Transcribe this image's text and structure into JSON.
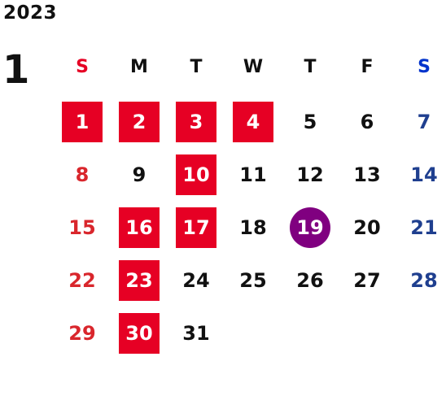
{
  "calendar": {
    "year": "2023",
    "month": "1",
    "weekdays": [
      {
        "label": "S",
        "color": "#e60024"
      },
      {
        "label": "M",
        "color": "#111111"
      },
      {
        "label": "T",
        "color": "#111111"
      },
      {
        "label": "W",
        "color": "#111111"
      },
      {
        "label": "T",
        "color": "#111111"
      },
      {
        "label": "F",
        "color": "#111111"
      },
      {
        "label": "S",
        "color": "#0033cc"
      }
    ],
    "colors": {
      "sunday": "#d9262c",
      "saturday": "#1f3f8f",
      "weekday": "#111111",
      "holiday_box": "#e60024",
      "today_circle": "#800080"
    },
    "weeks": [
      [
        {
          "day": "1",
          "style": "box"
        },
        {
          "day": "2",
          "style": "box"
        },
        {
          "day": "3",
          "style": "box"
        },
        {
          "day": "4",
          "style": "box"
        },
        {
          "day": "5",
          "style": "normal"
        },
        {
          "day": "6",
          "style": "normal"
        },
        {
          "day": "7",
          "style": "normal"
        }
      ],
      [
        {
          "day": "8",
          "style": "normal"
        },
        {
          "day": "9",
          "style": "normal"
        },
        {
          "day": "10",
          "style": "box"
        },
        {
          "day": "11",
          "style": "normal"
        },
        {
          "day": "12",
          "style": "normal"
        },
        {
          "day": "13",
          "style": "normal"
        },
        {
          "day": "14",
          "style": "normal"
        }
      ],
      [
        {
          "day": "15",
          "style": "normal"
        },
        {
          "day": "16",
          "style": "box"
        },
        {
          "day": "17",
          "style": "box"
        },
        {
          "day": "18",
          "style": "normal"
        },
        {
          "day": "19",
          "style": "today"
        },
        {
          "day": "20",
          "style": "normal"
        },
        {
          "day": "21",
          "style": "normal"
        }
      ],
      [
        {
          "day": "22",
          "style": "normal"
        },
        {
          "day": "23",
          "style": "box"
        },
        {
          "day": "24",
          "style": "normal"
        },
        {
          "day": "25",
          "style": "normal"
        },
        {
          "day": "26",
          "style": "normal"
        },
        {
          "day": "27",
          "style": "normal"
        },
        {
          "day": "28",
          "style": "normal"
        }
      ],
      [
        {
          "day": "29",
          "style": "normal"
        },
        {
          "day": "30",
          "style": "box"
        },
        {
          "day": "31",
          "style": "normal"
        },
        {
          "day": "",
          "style": "empty"
        },
        {
          "day": "",
          "style": "empty"
        },
        {
          "day": "",
          "style": "empty"
        },
        {
          "day": "",
          "style": "empty"
        }
      ]
    ]
  }
}
